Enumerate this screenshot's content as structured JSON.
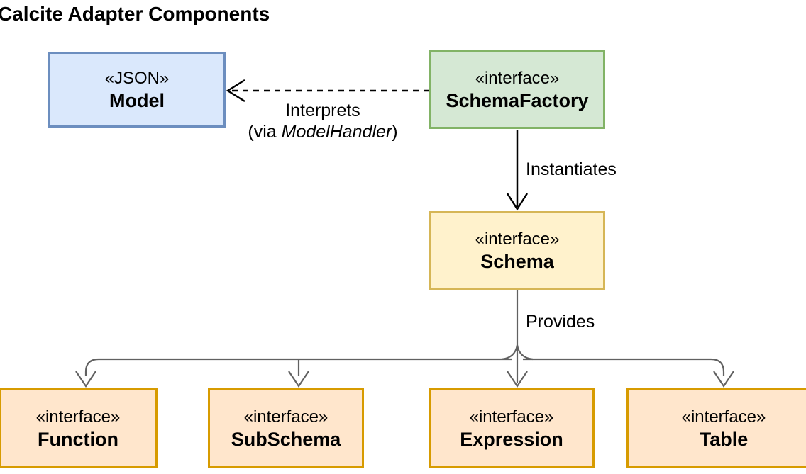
{
  "title": "Calcite Adapter Components",
  "nodes": [
    {
      "id": "model",
      "stereotype": "«JSON»",
      "name": "Model",
      "fill": "#dae8fc",
      "stroke": "#6c8ebf"
    },
    {
      "id": "schema-factory",
      "stereotype": "«interface»",
      "name": "SchemaFactory",
      "fill": "#d5e8d4",
      "stroke": "#82b366"
    },
    {
      "id": "schema",
      "stereotype": "«interface»",
      "name": "Schema",
      "fill": "#fff2cc",
      "stroke": "#d6b656"
    },
    {
      "id": "function",
      "stereotype": "«interface»",
      "name": "Function",
      "fill": "#ffe6cc",
      "stroke": "#d79b00"
    },
    {
      "id": "subschema",
      "stereotype": "«interface»",
      "name": "SubSchema",
      "fill": "#ffe6cc",
      "stroke": "#d79b00"
    },
    {
      "id": "expression",
      "stereotype": "«interface»",
      "name": "Expression",
      "fill": "#ffe6cc",
      "stroke": "#d79b00"
    },
    {
      "id": "table",
      "stereotype": "«interface»",
      "name": "Table",
      "fill": "#ffe6cc",
      "stroke": "#d79b00"
    }
  ],
  "edges": {
    "interprets": {
      "label": "Interprets",
      "sub_prefix": "(via ",
      "sub_italic": "ModelHandler",
      "sub_suffix": ")"
    },
    "instantiates": {
      "label": "Instantiates"
    },
    "provides": {
      "label": "Provides"
    }
  },
  "colors": {
    "edge_dark": "#000000",
    "edge_gray": "#616161"
  }
}
